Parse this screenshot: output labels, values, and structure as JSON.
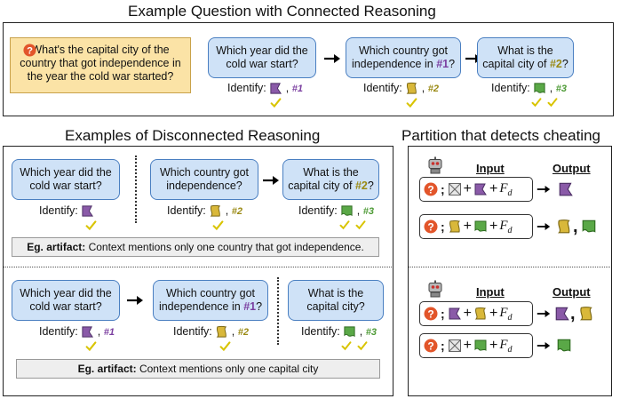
{
  "titles": {
    "top": "Example Question with Connected Reasoning",
    "bottom_left": "Examples of Disconnected Reasoning",
    "bottom_right": "Partition that detects cheating"
  },
  "main_question": "What's the capital city of the country that got independence in the year the cold war started?",
  "connected": {
    "q1": "Which year did the cold war start?",
    "q2_pre": "Which country got independence in ",
    "q2_ref": "#1",
    "q2_post": "?",
    "q3_pre": "What is the capital city of ",
    "q3_ref": "#2",
    "q3_post": "?",
    "identify": "Identify:",
    "ref1": "#1",
    "ref2": "#2",
    "ref3": "#3"
  },
  "disconnected1": {
    "q1": "Which year did the cold war start?",
    "q2": "Which country got independence?",
    "q3_pre": "What is the capital city of ",
    "q3_ref": "#2",
    "q3_post": "?",
    "identify": "Identify:",
    "ref2": "#2",
    "ref3": "#3",
    "artifact_bold": "Eg. artifact:",
    "artifact_text": " Context mentions only one country that got independence."
  },
  "disconnected2": {
    "q1": "Which year did the cold war start?",
    "q2_pre": "Which country got independence in ",
    "q2_ref": "#1",
    "q2_post": "?",
    "q3": "What is the capital city?",
    "identify": "Identify:",
    "ref1": "#1",
    "ref2": "#2",
    "ref3": "#3",
    "artifact_bold": "Eg. artifact:",
    "artifact_text": " Context mentions only one capital city"
  },
  "partition": {
    "input_header": "Input",
    "output_header": "Output",
    "fd": "F",
    "fd_sub": "d",
    "plus": "+",
    "semi": ";",
    "comma": ","
  },
  "colors": {
    "purple": "#8a5aa8",
    "yellow": "#d9b83a",
    "green": "#5aa847",
    "question_blue": "#cfe2f7",
    "main_question_yellow": "#fbe3a6",
    "red_icon": "#e2552a"
  },
  "icons": [
    "question-icon",
    "purple-fact-icon",
    "yellow-fact-icon",
    "green-fact-icon",
    "checkmark-icon",
    "robot-icon",
    "empty-box-icon",
    "arrow-icon"
  ]
}
